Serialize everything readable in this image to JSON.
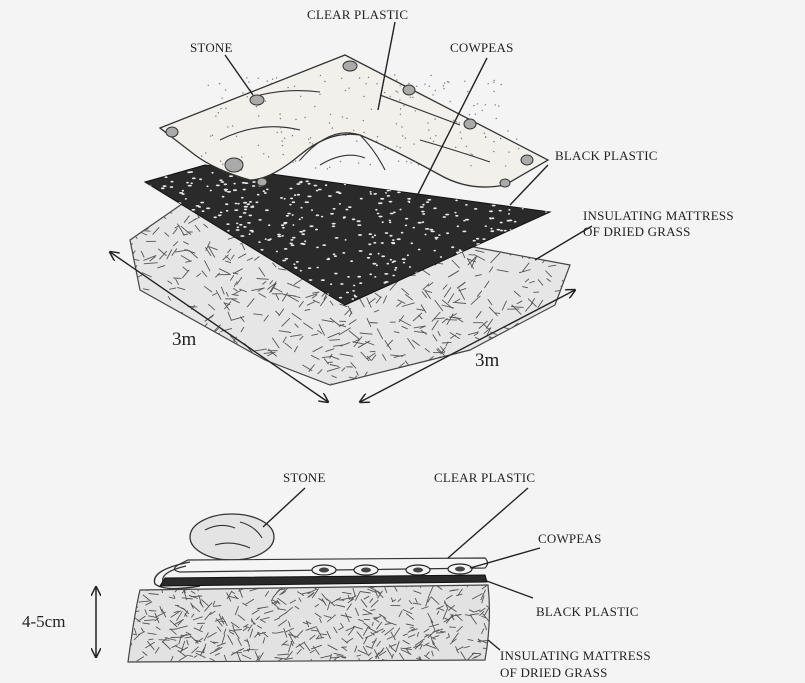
{
  "top_view": {
    "labels": {
      "clear_plastic": "CLEAR PLASTIC",
      "stone": "STONE",
      "cowpeas": "COWPEAS",
      "black_plastic": "BLACK PLASTIC",
      "mattress_line1": "INSULATING MATTRESS",
      "mattress_line2": "OF DRIED GRASS"
    },
    "dimensions": {
      "left": "3m",
      "right": "3m"
    }
  },
  "cross_section": {
    "labels": {
      "stone": "STONE",
      "clear_plastic": "CLEAR PLASTIC",
      "cowpeas": "COWPEAS",
      "black_plastic": "BLACK PLASTIC",
      "mattress_line1": "INSULATING MATTRESS",
      "mattress_line2": "OF DRIED GRASS"
    },
    "thickness": "4-5cm"
  },
  "colors": {
    "background": "#f4f4f4",
    "ink": "#222222",
    "black_plastic": "#2a2a2a",
    "clear_plastic": "#f2f0ea"
  }
}
